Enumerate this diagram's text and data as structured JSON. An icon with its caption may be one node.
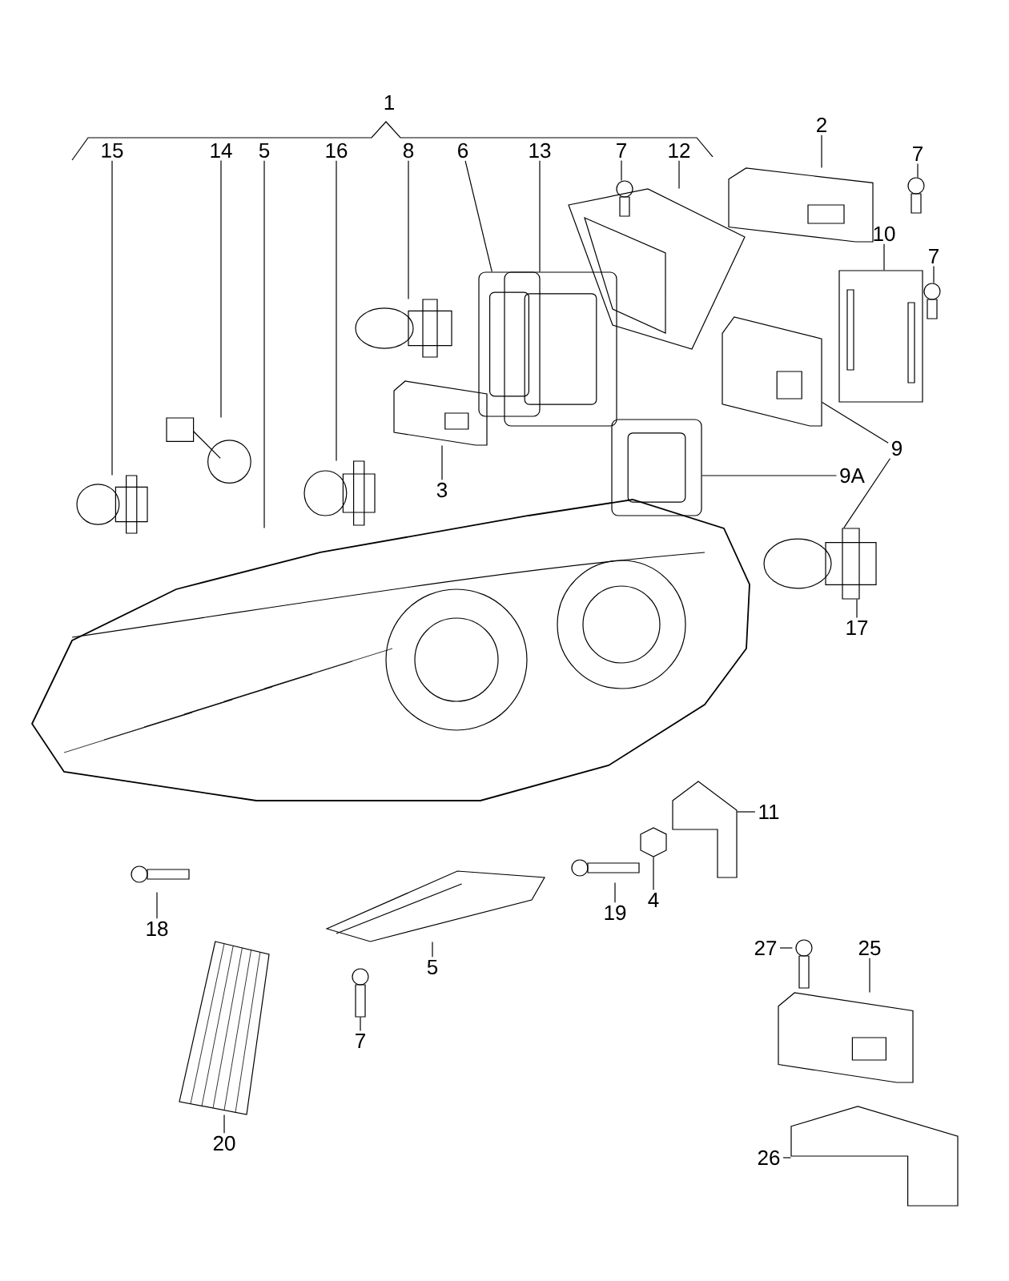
{
  "diagram": {
    "nodes": [
      {
        "text": [
          "15"
        ]
      },
      {
        "text": [
          "14"
        ]
      },
      {
        "text": [
          "5"
        ]
      },
      {
        "text": [
          "16"
        ]
      },
      {
        "text": [
          "8"
        ]
      },
      {
        "text": [
          "6"
        ]
      },
      {
        "text": [
          "13"
        ]
      },
      {
        "text": [
          "7"
        ]
      },
      {
        "text": [
          "12"
        ]
      },
      {
        "text": [
          "2"
        ]
      },
      {
        "text": [
          "7"
        ]
      },
      {
        "text": [
          "10"
        ]
      },
      {
        "text": [
          "7"
        ]
      },
      {
        "text": [
          "3"
        ]
      },
      {
        "text": [
          "9"
        ]
      },
      {
        "text": [
          "9A"
        ]
      },
      {
        "text": [
          "17"
        ]
      },
      {
        "text": [
          "11"
        ]
      },
      {
        "text": [
          "19"
        ]
      },
      {
        "text": [
          "4"
        ]
      },
      {
        "text": [
          "18"
        ]
      },
      {
        "text": [
          "5"
        ]
      },
      {
        "text": [
          "7"
        ]
      },
      {
        "text": [
          "20"
        ]
      },
      {
        "text": [
          "27"
        ]
      },
      {
        "text": [
          "25"
        ]
      },
      {
        "text": [
          "26"
        ]
      },
      {
        "text": [],
        "shape": "picture"
      },
      {
        "text": [],
        "shape": "picture"
      },
      {
        "text": [],
        "shape": "picture"
      },
      {
        "text": [],
        "shape": "picture"
      },
      {
        "text": [],
        "shape": "picture"
      },
      {
        "text": [],
        "shape": "picture"
      },
      {
        "text": [],
        "shape": "picture"
      },
      {
        "text": [],
        "shape": "picture"
      },
      {
        "text": [],
        "shape": "picture"
      },
      {
        "text": [],
        "shape": "picture"
      },
      {
        "text": [],
        "shape": "picture"
      },
      {
        "text": [],
        "shape": "picture"
      },
      {
        "text": [],
        "shape": "picture"
      },
      {
        "text": [],
        "shape": "picture"
      },
      {
        "text": [],
        "shape": "picture"
      },
      {
        "text": [],
        "shape": "picture"
      },
      {
        "text": [],
        "shape": "picture"
      },
      {
        "text": [],
        "shape": "picture"
      },
      {
        "text": [],
        "shape": "picture"
      },
      {
        "text": [],
        "shape": "picture"
      },
      {
        "text": [],
        "shape": "picture"
      },
      {
        "text": [],
        "shape": "picture"
      },
      {
        "text": [],
        "shape": "picture"
      },
      {
        "text": [],
        "shape": "picture"
      },
      {
        "text": [],
        "shape": "picture"
      },
      {
        "text": [],
        "shape": "picture"
      },
      {
        "text": [],
        "shape": "picture"
      }
    ],
    "edges": [
      {
        "from": 0,
        "to": 27,
        "arrow": "none"
      },
      {
        "from": 1,
        "to": 28,
        "arrow": "none"
      },
      {
        "from": 2,
        "to": 29,
        "arrow": "none"
      },
      {
        "from": 3,
        "to": 30,
        "arrow": "none"
      },
      {
        "from": 4,
        "to": 31,
        "arrow": "none"
      },
      {
        "from": 5,
        "to": 32,
        "arrow": "none"
      },
      {
        "from": 6,
        "to": 33,
        "arrow": "none"
      },
      {
        "from": 7,
        "to": 34,
        "arrow": "none"
      },
      {
        "from": 8,
        "to": 35,
        "arrow": "none"
      },
      {
        "from": 9,
        "to": 36,
        "arrow": "none"
      },
      {
        "from": 10,
        "to": 37,
        "arrow": "none"
      },
      {
        "from": 11,
        "to": 38,
        "arrow": "none"
      },
      {
        "from": 12,
        "to": 39,
        "arrow": "none"
      },
      {
        "from": 13,
        "to": 40,
        "arrow": "none"
      },
      {
        "from": 14,
        "to": 41,
        "arrow": "none"
      },
      {
        "from": 14,
        "to": 43,
        "arrow": "none"
      },
      {
        "from": 15,
        "to": 42,
        "arrow": "none"
      },
      {
        "from": 16,
        "to": 43,
        "arrow": "none"
      },
      {
        "from": 17,
        "to": 44,
        "arrow": "none"
      },
      {
        "from": 18,
        "to": 45,
        "arrow": "none"
      },
      {
        "from": 19,
        "to": 46,
        "arrow": "none"
      },
      {
        "from": 20,
        "to": 47,
        "arrow": "none"
      },
      {
        "from": 21,
        "to": 48,
        "arrow": "none"
      },
      {
        "from": 22,
        "to": 49,
        "arrow": "none"
      },
      {
        "from": 23,
        "to": 50,
        "arrow": "none"
      },
      {
        "from": 24,
        "to": 51,
        "arrow": "none"
      },
      {
        "from": 25,
        "to": 52,
        "arrow": "none"
      },
      {
        "from": 26,
        "to": 53,
        "arrow": "none"
      }
    ],
    "labels": [
      "1"
    ]
  }
}
